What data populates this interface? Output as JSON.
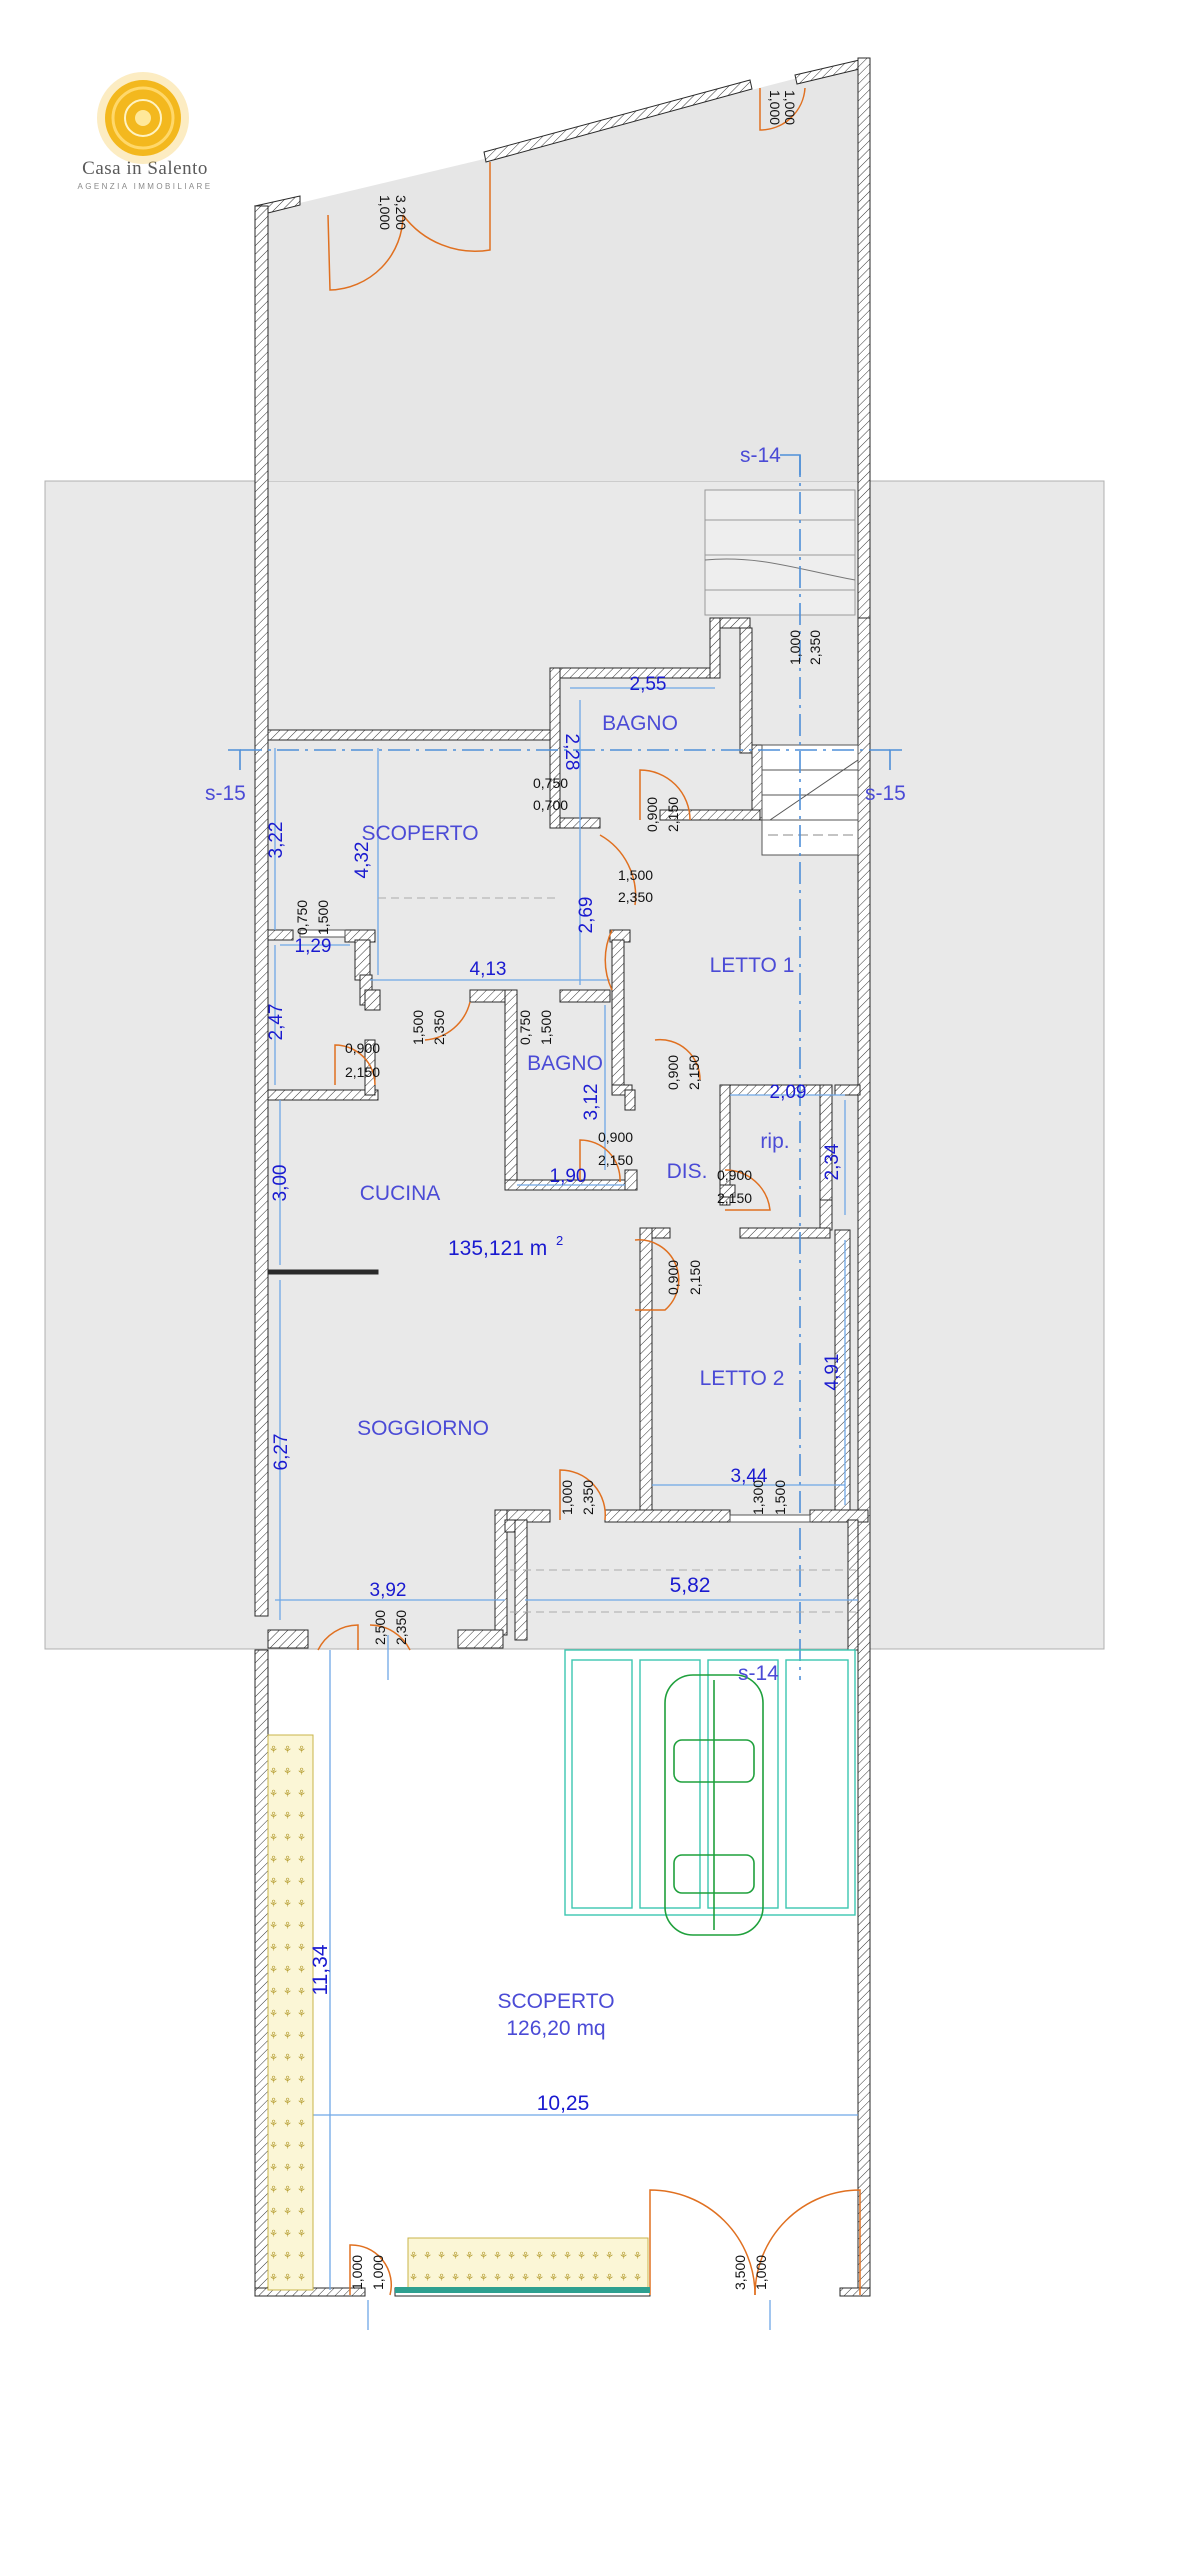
{
  "logo": {
    "name": "Casa in Salento",
    "subtitle": "AGENZIA IMMOBILIARE"
  },
  "rooms": {
    "scoperto_top": "SCOPERTO",
    "bagno_1": "BAGNO",
    "bagno_2": "BAGNO",
    "letto_1": "LETTO 1",
    "letto_2": "LETTO 2",
    "cucina": "CUCINA",
    "soggiorno": "SOGGIORNO",
    "dis": "DIS.",
    "rip": "rip.",
    "scoperto_bottom": "SCOPERTO",
    "scoperto_bottom_area": "126,20 mq"
  },
  "area": {
    "value": "135,121 m",
    "unit_sup": "2"
  },
  "section_markers": {
    "s14_top": "s-14",
    "s14_bottom": "s-14",
    "s15_left": "s-15",
    "s15_right": "s-15"
  },
  "room_dimensions": {
    "bagno_width": "2,55",
    "bagno_height": "2,28",
    "scoperto_width": "4,32",
    "scoperto_height": "3,22",
    "scoperto_depth": "2,69",
    "passage_width": "4,13",
    "small_w": "1,29",
    "small_h": "2,47",
    "cucina_h": "3,00",
    "bagno2_h": "3,12",
    "bagno2_w": "1,90",
    "rip_w": "2,09",
    "rip_h": "2,34",
    "letto2_h": "4,91",
    "letto2_w": "3,44",
    "soggiorno_h": "6,27",
    "soggiorno_w": "3,92",
    "garage_w": "5,82",
    "yard_h": "11,34",
    "yard_w": "10,25"
  },
  "openings": {
    "gate_top_a": "3,200",
    "gate_top_b": "1,000",
    "gate_top_right_a": "1,000",
    "gate_top_right_b": "1,000",
    "stair_door_a": "1,000",
    "stair_door_b": "2,350",
    "bagno_win_a": "0,750",
    "bagno_win_b": "0,700",
    "bagno_door_a": "0,900",
    "bagno_door_b": "2,150",
    "scop_door_a": "1,500",
    "scop_door_b": "2,350",
    "small_win_a": "0,750",
    "small_win_b": "1,500",
    "cucina_door_a": "0,900",
    "cucina_door_b": "2,150",
    "pass_door_a": "1,500",
    "pass_door_b": "2,350",
    "bagno2_win_a": "0,750",
    "bagno2_win_b": "1,500",
    "letto1_door_a": "0,900",
    "letto1_door_b": "2,150",
    "bagno2_door_a": "0,900",
    "bagno2_door_b": "2,150",
    "rip_door_a": "0,900",
    "rip_door_b": "2,150",
    "letto2_door_a": "0,900",
    "letto2_door_b": "2,150",
    "sogg_door_a": "1,000",
    "sogg_door_b": "2,350",
    "letto2_win_a": "1,300",
    "letto2_win_b": "1,500",
    "entry_door_a": "2,500",
    "entry_door_b": "2,350",
    "yard_gate_left_a": "1,000",
    "yard_gate_left_b": "1,000",
    "yard_gate_right_a": "3,500",
    "yard_gate_right_b": "1,000"
  },
  "colors": {
    "wall": "#2a2a2a",
    "grey_fill": "#e8e8e8",
    "dimension": "#6fa8e6",
    "room_label": "#4b4bd6",
    "door_arc": "#e07020",
    "parking": "#3cc6b0",
    "car": "#1fa03c",
    "planter": "#c8b44a",
    "logo": "#f2b40c"
  }
}
